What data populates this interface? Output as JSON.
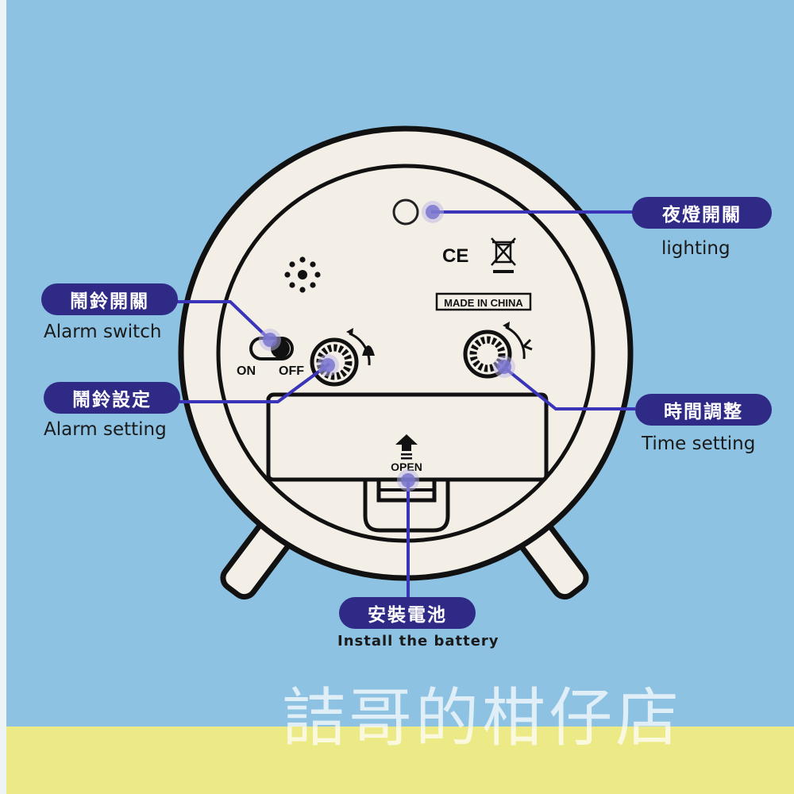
{
  "colors": {
    "background_blue": "#8dc2e2",
    "background_yellow": "#ecea86",
    "clock_face": "#f4efe6",
    "label_pill": "#2f2a85",
    "callout_line": "#3a35b8"
  },
  "clock": {
    "marks": {
      "ce": "CE",
      "made_in": "MADE IN CHINA",
      "switch_on": "ON",
      "switch_off": "OFF",
      "open": "OPEN"
    }
  },
  "labels": {
    "lighting": {
      "zh": "夜燈開關",
      "en": "lighting"
    },
    "alarm_switch": {
      "zh": "鬧鈴開關",
      "en": "Alarm switch"
    },
    "alarm_setting": {
      "zh": "鬧鈴設定",
      "en": "Alarm setting"
    },
    "time_setting": {
      "zh": "時間調整",
      "en": "Time setting"
    },
    "install_battery": {
      "zh": "安裝電池",
      "en": "Install the battery"
    }
  },
  "watermark": "詰哥的柑仔店"
}
